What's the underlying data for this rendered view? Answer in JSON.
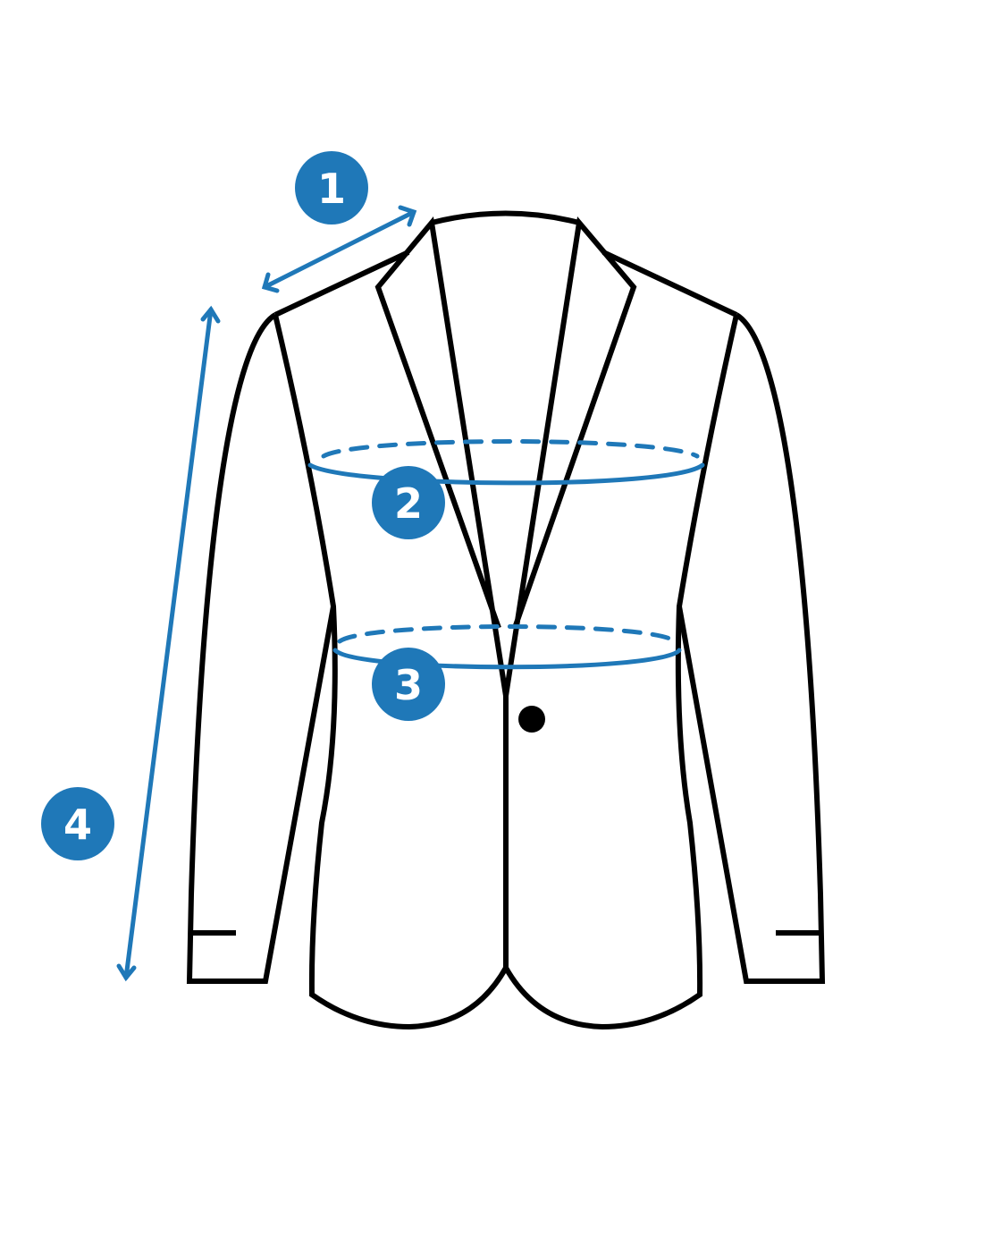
{
  "colors": {
    "accent": "#1f78b8",
    "outline": "#000000",
    "background": "#ffffff"
  },
  "badges": [
    {
      "id": "1",
      "label": "1"
    },
    {
      "id": "2",
      "label": "2"
    },
    {
      "id": "3",
      "label": "3"
    },
    {
      "id": "4",
      "label": "4"
    }
  ]
}
